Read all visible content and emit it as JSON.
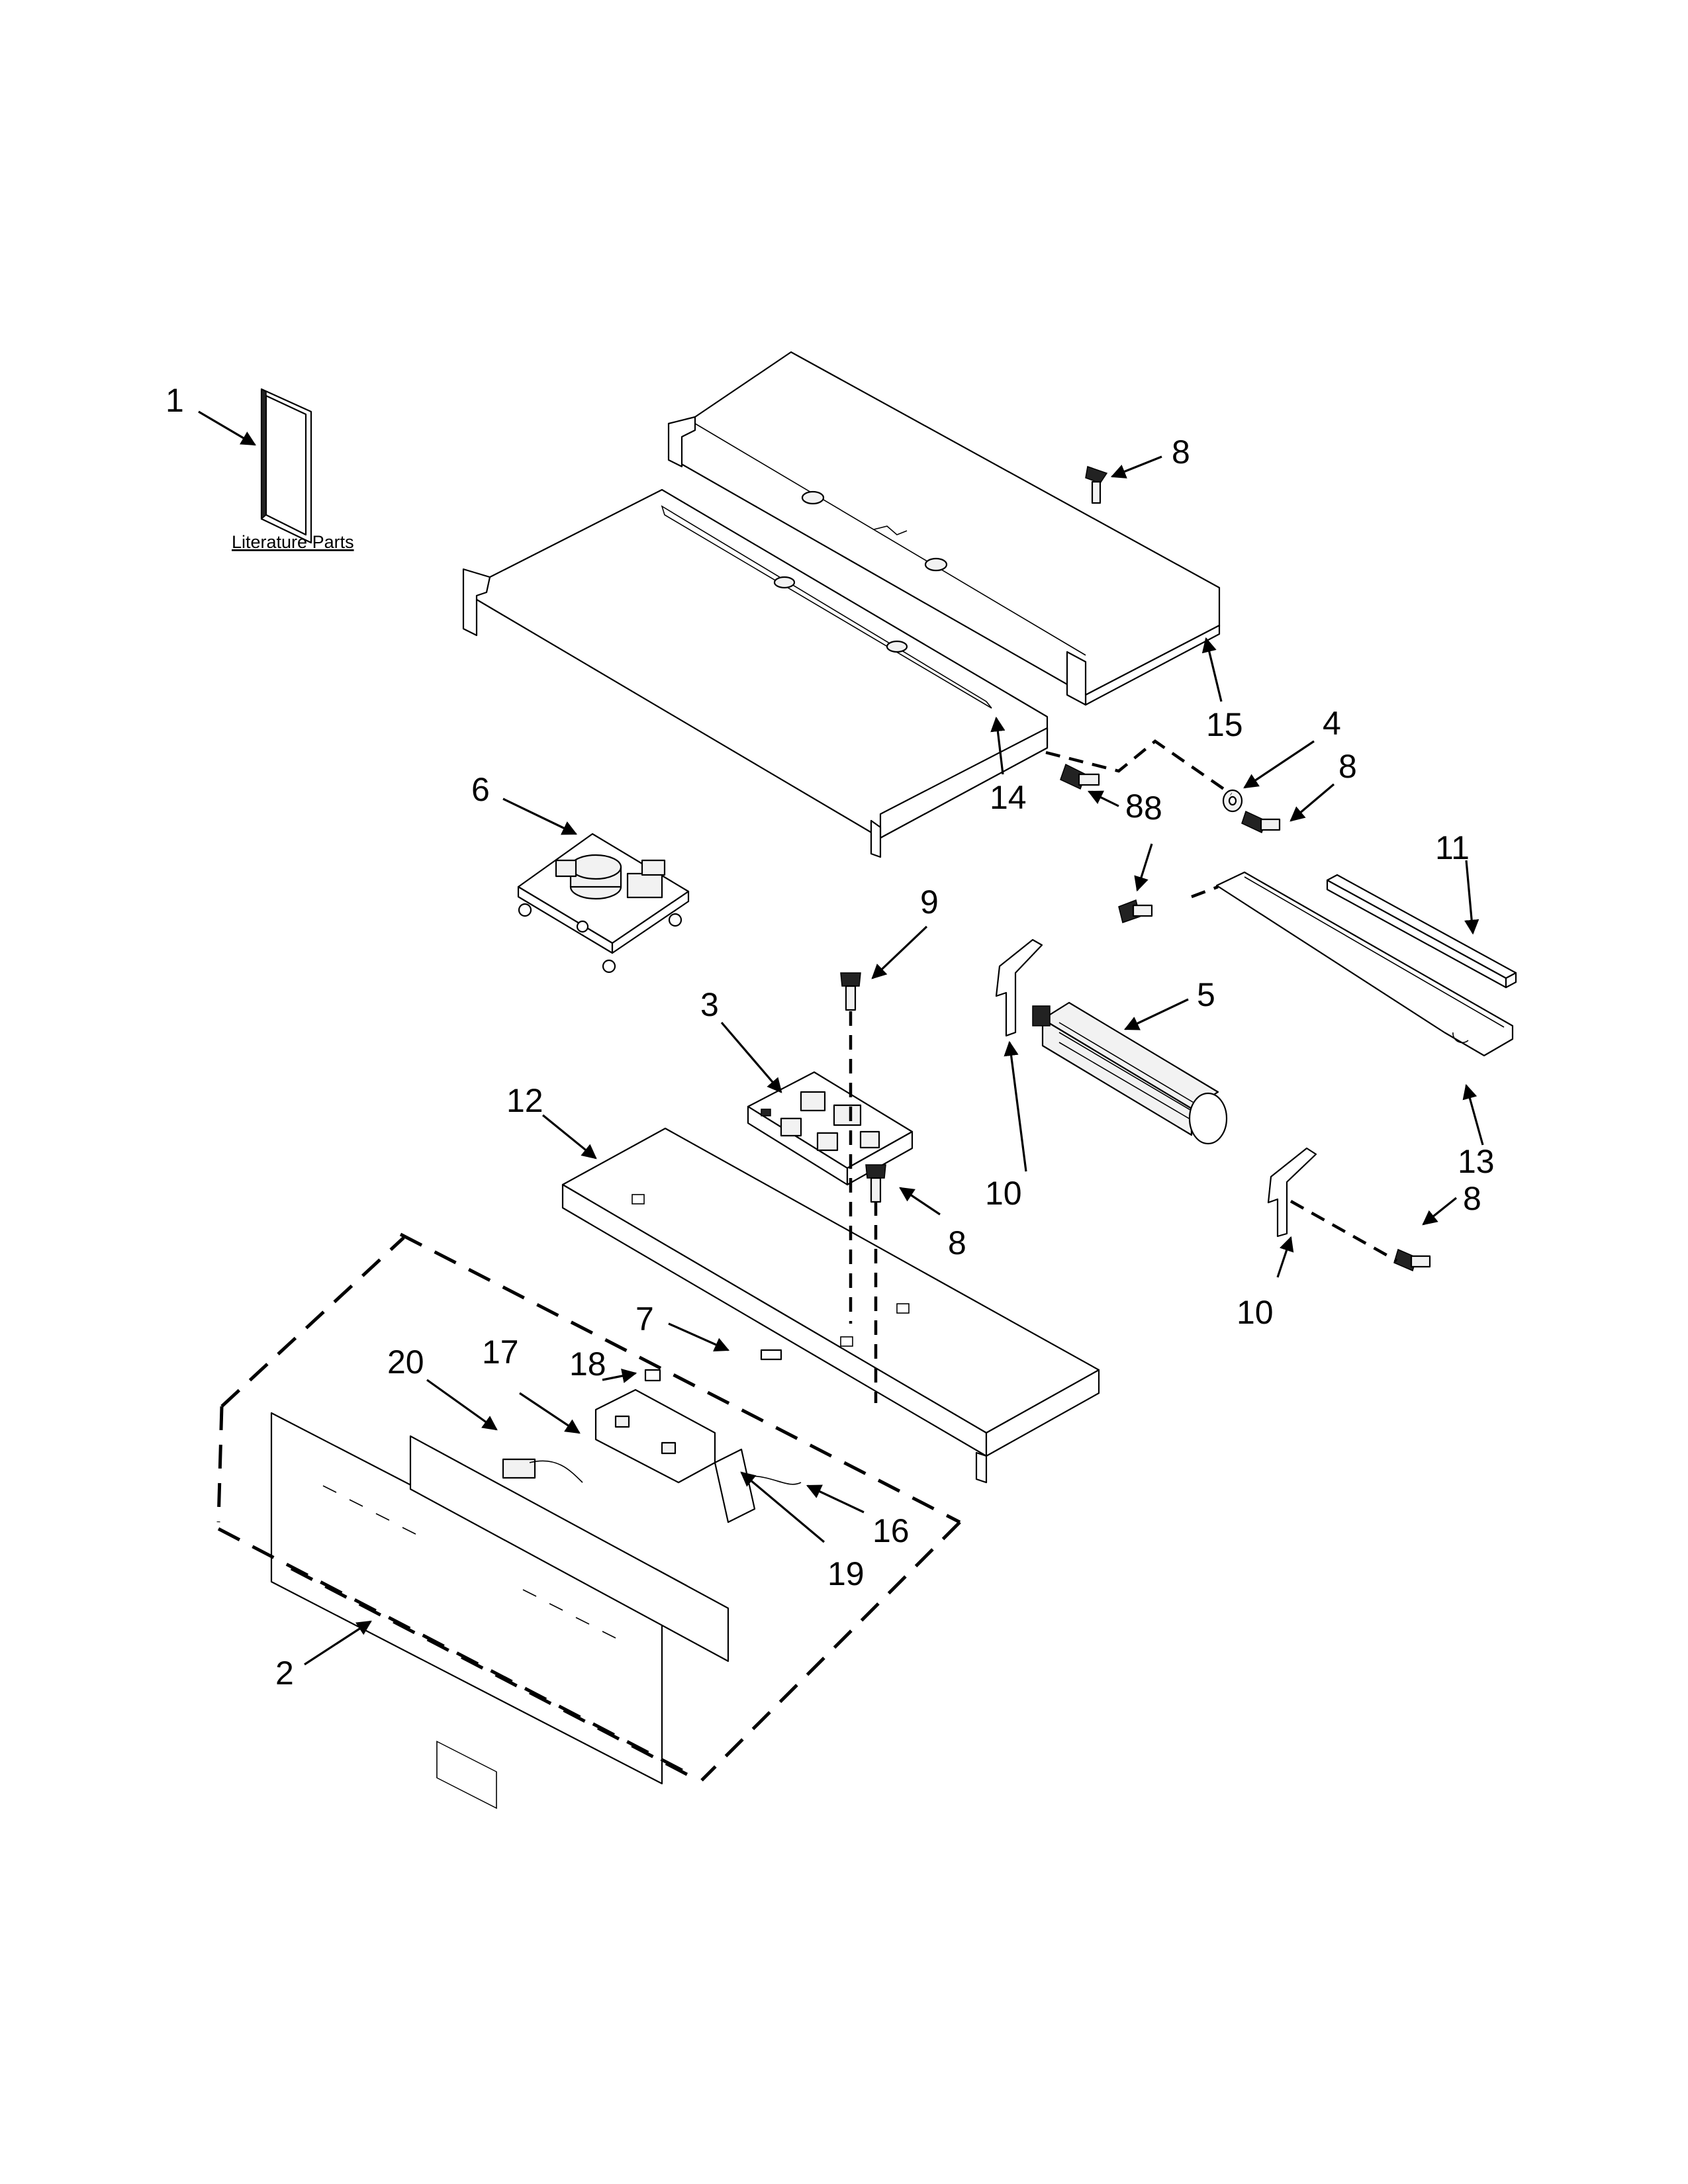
{
  "diagram": {
    "literature_label": "Literature Parts",
    "callouts": [
      "1",
      "2",
      "3",
      "4",
      "5",
      "6",
      "7",
      "8",
      "9",
      "10",
      "11",
      "12",
      "13",
      "14",
      "15",
      "16",
      "17",
      "18",
      "19",
      "20"
    ]
  }
}
